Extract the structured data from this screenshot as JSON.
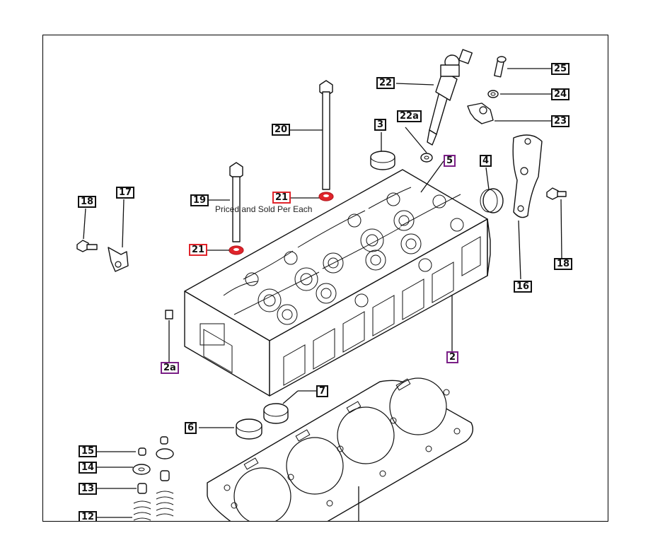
{
  "note": "Priced and Sold Per Each",
  "accent_red": "#e0242b",
  "accent_purple": "#7a1f86",
  "callouts": {
    "c25": "25",
    "c24": "24",
    "c23": "23",
    "c22": "22",
    "c22a": "22a",
    "c20": "20",
    "c3": "3",
    "c5": "5",
    "c4": "4",
    "c21a": "21",
    "c21b": "21",
    "c19": "19",
    "c18a": "18",
    "c18b": "18",
    "c17": "17",
    "c16": "16",
    "c2": "2",
    "c2a": "2a",
    "c7": "7",
    "c6": "6",
    "c15": "15",
    "c14": "14",
    "c13": "13",
    "c12": "12"
  }
}
